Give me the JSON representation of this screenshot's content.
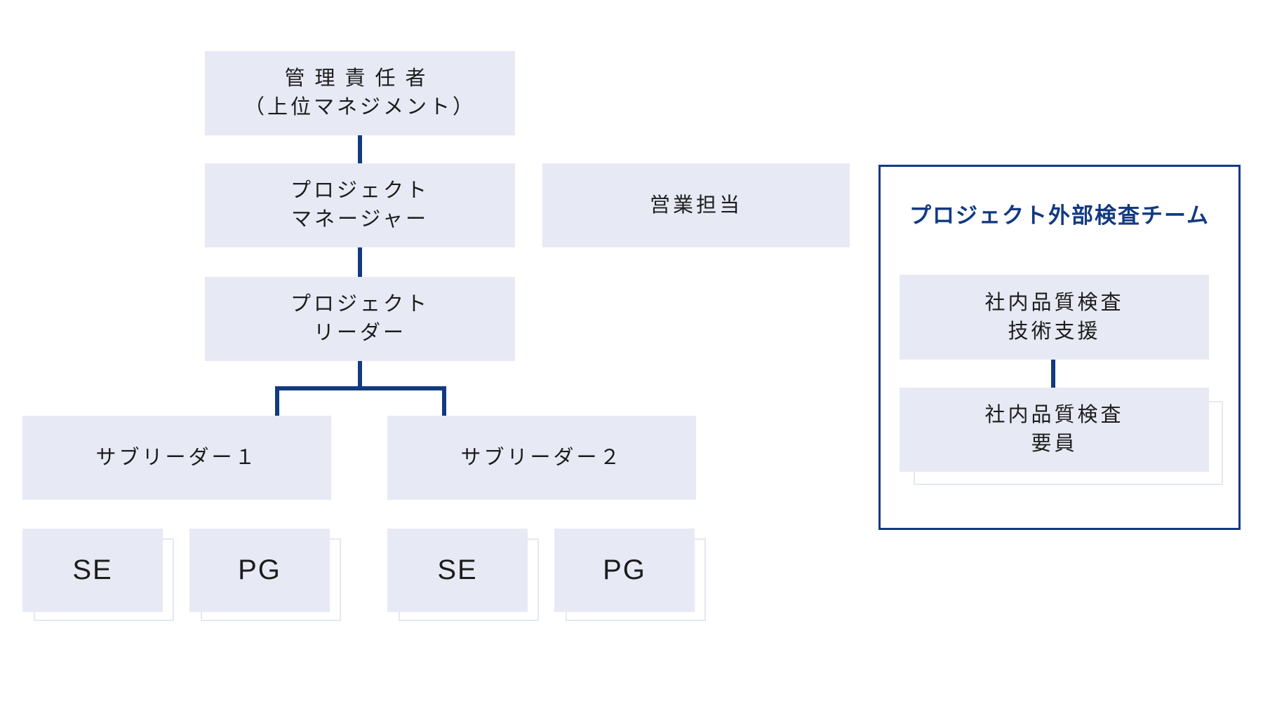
{
  "palette": {
    "node_fill": "#e7eaf4",
    "line_navy": "#123a80",
    "shadow_outline": "#e4e8f2",
    "text": "#1c1c1c"
  },
  "nodes": {
    "top": {
      "line1": "管理責任者",
      "line2": "（上位マネジメント）"
    },
    "pm": {
      "line1": "プロジェクト",
      "line2": "マネージャー"
    },
    "sales": {
      "line1": "営業担当"
    },
    "pl": {
      "line1": "プロジェクト",
      "line2": "リーダー"
    },
    "sub1": {
      "line1": "サブリーダー１"
    },
    "sub2": {
      "line1": "サブリーダー２"
    },
    "se1": {
      "line1": "SE"
    },
    "pg1": {
      "line1": "PG"
    },
    "se2": {
      "line1": "SE"
    },
    "pg2": {
      "line1": "PG"
    }
  },
  "inspection_panel": {
    "title": "プロジェクト外部検査チーム",
    "nodes": {
      "qa_support": {
        "line1": "社内品質検査",
        "line2": "技術支援"
      },
      "qa_staff": {
        "line1": "社内品質検査",
        "line2": "要員"
      }
    }
  }
}
